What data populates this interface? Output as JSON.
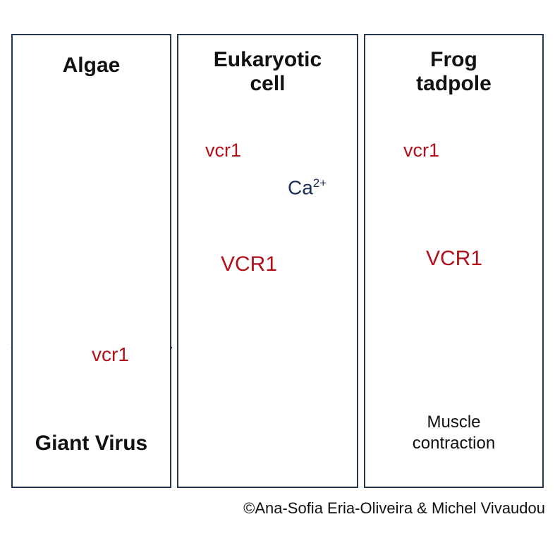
{
  "panels": {
    "algae": {
      "title": "Algae",
      "gene": "vcr1",
      "bottom_label": "Giant Virus"
    },
    "cell": {
      "title_line1": "Eukaryotic",
      "title_line2": "cell",
      "gene": "vcr1",
      "ion": "Ca",
      "ion_charge": "2+",
      "protein": "VCR1"
    },
    "tadpole": {
      "title_line1": "Frog",
      "title_line2": "tadpole",
      "gene": "vcr1",
      "protein": "VCR1",
      "result_line1": "Muscle",
      "result_line2": "contraction"
    }
  },
  "credit": "©Ana-Sofia Eria-Oliveira & Michel Vivaudou",
  "colors": {
    "border": "#25374b",
    "gene_red": "#b0121b",
    "light_green": "#3ec36a",
    "cell_fill": "#e8f3f6",
    "algae_green": "#9fcf55"
  },
  "icons": [
    "virus-icon",
    "dna-icon",
    "calcium-ion-icon",
    "channel-icon",
    "lamp-icon",
    "tadpole-icon"
  ]
}
